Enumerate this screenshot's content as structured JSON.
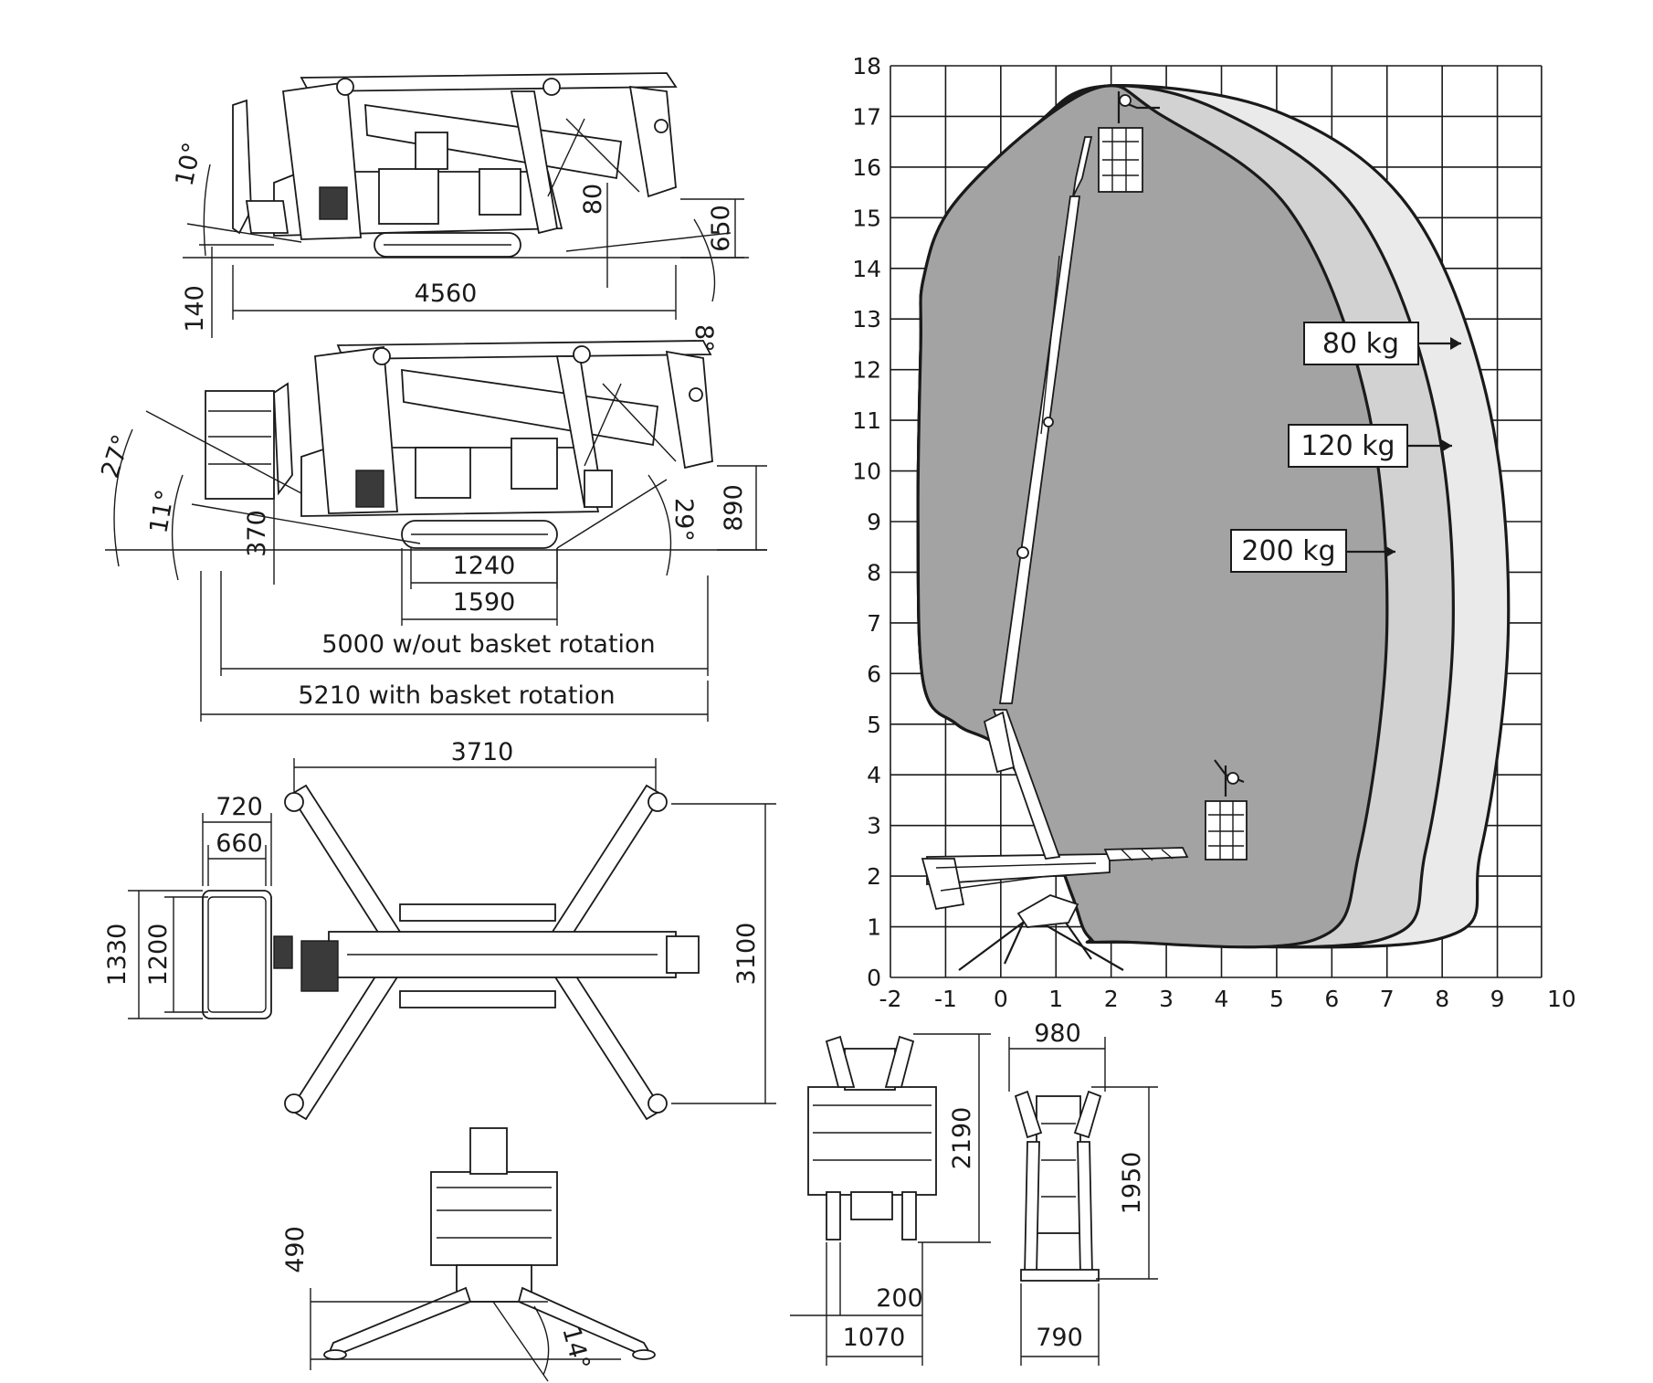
{
  "side_view": {
    "angles": [
      "10°",
      "8°"
    ],
    "dims": [
      "650",
      "80",
      "140",
      "4560"
    ]
  },
  "side_view_basket": {
    "angles": [
      "27°",
      "11°",
      "29°"
    ],
    "dims": [
      "890",
      "370",
      "1240",
      "1590"
    ],
    "length_without_rotation": "5000 w/out basket rotation",
    "length_with_rotation": "5210 with basket rotation"
  },
  "top_view": {
    "dims": [
      "3710",
      "720",
      "660",
      "1330",
      "1200",
      "3100"
    ]
  },
  "rear_view": {
    "dims": [
      "490"
    ],
    "angles": [
      "14°"
    ]
  },
  "front_view": {
    "dims": [
      "2190",
      "200",
      "1070"
    ]
  },
  "front_view_narrow": {
    "dims": [
      "980",
      "1950",
      "790"
    ]
  },
  "chart_data": {
    "type": "area",
    "title": "",
    "xlabel": "",
    "ylabel": "",
    "xlim": [
      -2,
      10
    ],
    "ylim": [
      0,
      18
    ],
    "x_ticks": [
      "-2",
      "-1",
      "0",
      "1",
      "2",
      "3",
      "4",
      "5",
      "6",
      "7",
      "8",
      "9",
      "10"
    ],
    "y_ticks": [
      "0",
      "1",
      "2",
      "3",
      "4",
      "5",
      "6",
      "7",
      "8",
      "9",
      "10",
      "11",
      "12",
      "13",
      "14",
      "15",
      "16",
      "17",
      "18"
    ],
    "grid": true,
    "series": [
      {
        "name": "80 kg",
        "max_reach": 9.2,
        "max_height": 17.6,
        "fill": "#eaeaea"
      },
      {
        "name": "120 kg",
        "max_reach": 8.2,
        "max_height": 17.6,
        "fill": "#d2d2d2"
      },
      {
        "name": "200 kg",
        "max_reach": 7.0,
        "max_height": 17.6,
        "fill": "#a3a3a3"
      }
    ]
  }
}
